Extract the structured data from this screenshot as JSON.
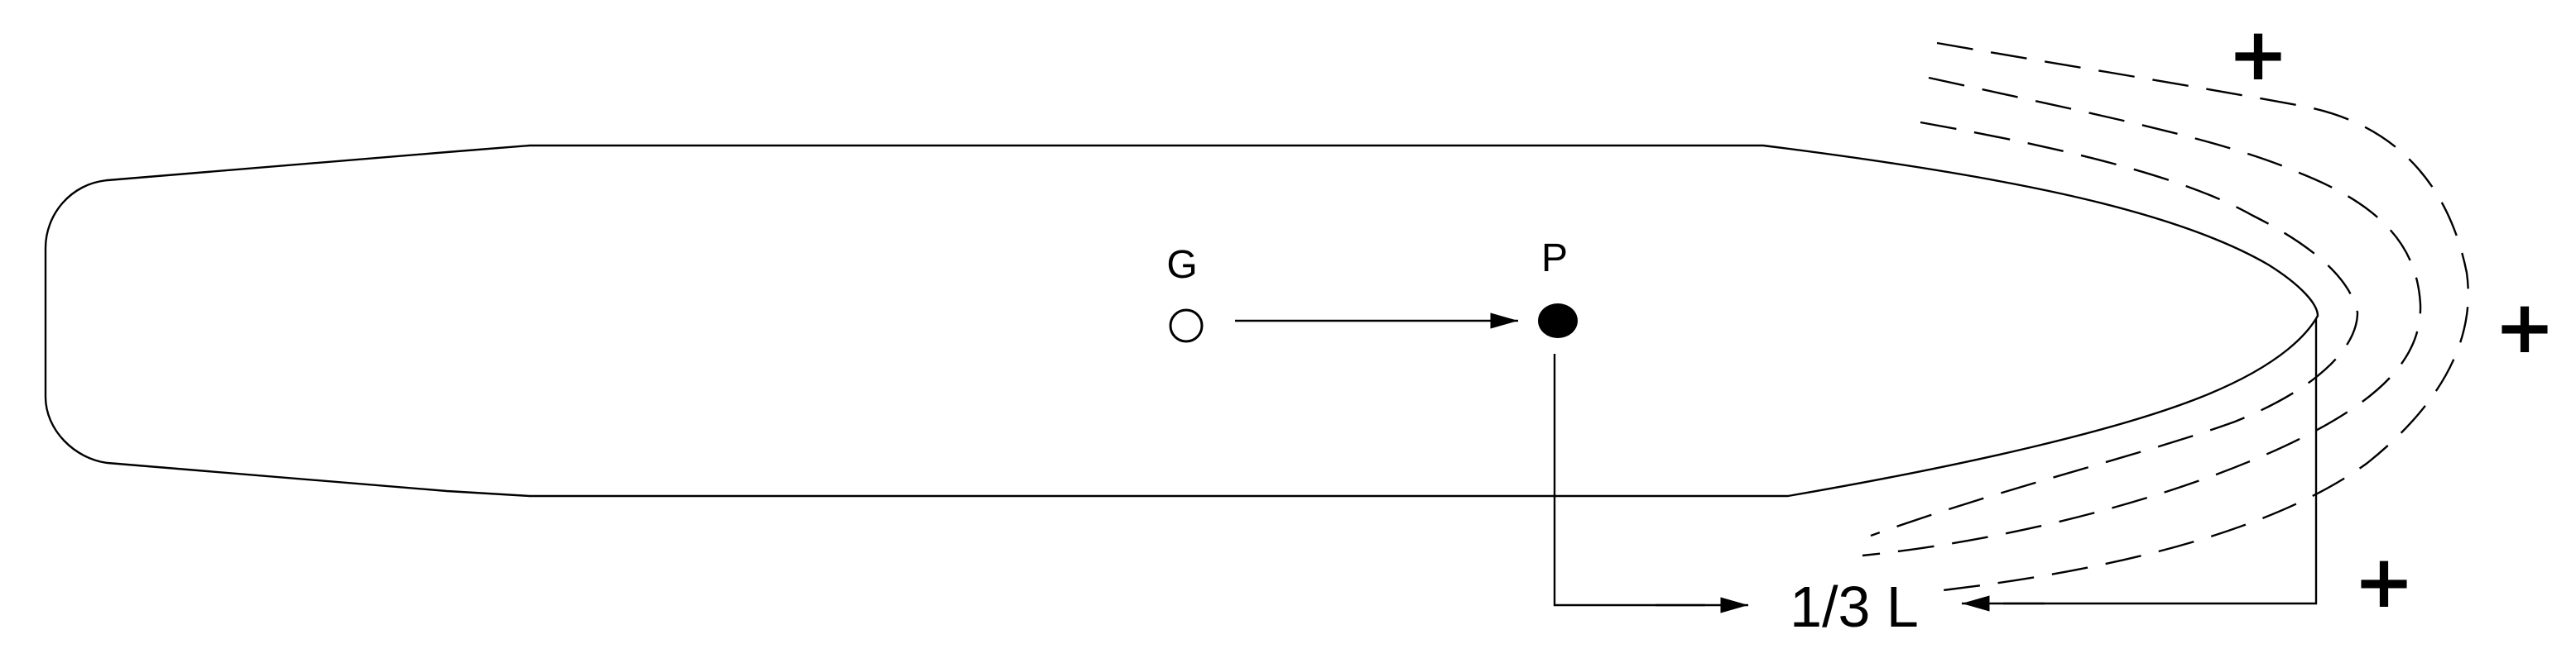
{
  "diagram": {
    "labels": {
      "g": "G",
      "p": "P",
      "dimension": "1/3 L"
    },
    "plus_marks": {
      "top": "+",
      "right": "+",
      "bottom": "+"
    },
    "colors": {
      "line": "#000000",
      "background": "#ffffff"
    }
  }
}
